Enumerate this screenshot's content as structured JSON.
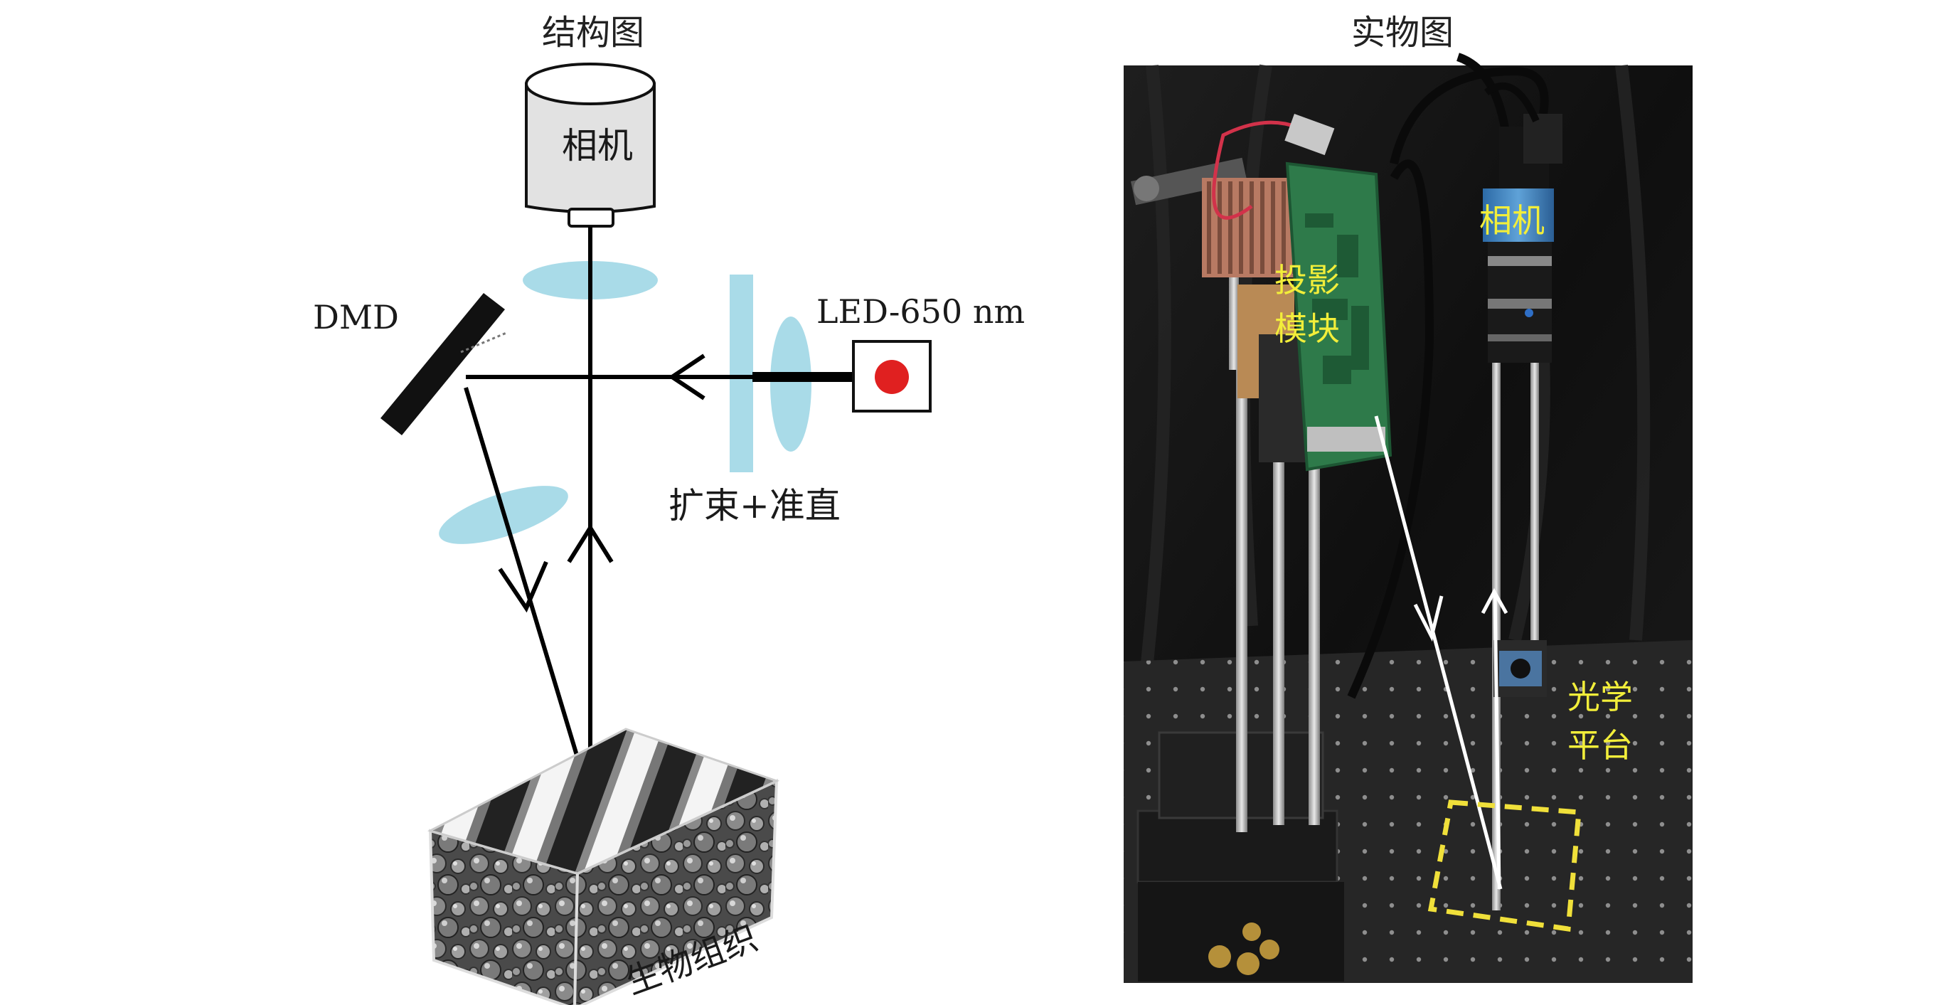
{
  "titles": {
    "left": "结构图",
    "right": "实物图"
  },
  "schematic": {
    "camera_label": "相机",
    "dmd_label": "DMD",
    "led_label": "LED-650 nm",
    "expander_label": "扩束+准直",
    "tissue_label": "生物组织"
  },
  "photo": {
    "camera_label": "相机",
    "projector_label_line1": "投影",
    "projector_label_line2": "模块",
    "table_label_line1": "光学",
    "table_label_line2": "平台"
  },
  "colors": {
    "lens": "#a9dbe8",
    "led_dot": "#e02020",
    "beam": "#000000",
    "photo_label": "#f2ee3a",
    "photo_arrow": "#ffffff",
    "roi_box": "#f0e03a",
    "photo_bg": "#141414"
  }
}
